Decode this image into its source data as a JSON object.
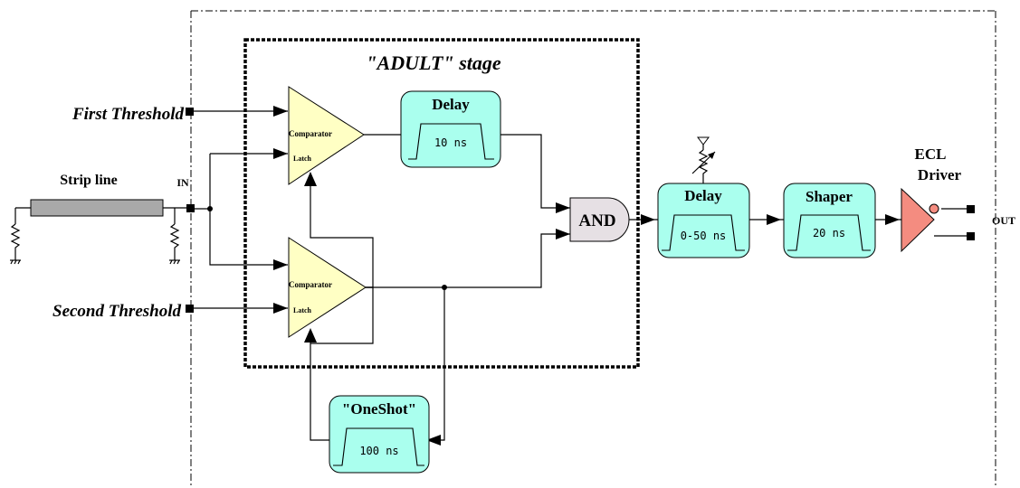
{
  "stage_title": "\"ADULT\" stage",
  "inputs": {
    "first_threshold": "First Threshold",
    "second_threshold": "Second Threshold",
    "strip_line": "Strip line",
    "in": "IN"
  },
  "comparators": [
    {
      "label": "Comparator",
      "latch": "Latch"
    },
    {
      "label": "Comparator",
      "latch": "Latch"
    }
  ],
  "delay1": {
    "title": "Delay",
    "value": "10 ns"
  },
  "and_gate": "AND",
  "oneshot": {
    "title": "\"OneShot\"",
    "value": "100 ns"
  },
  "delay2": {
    "title": "Delay",
    "value": "0-50 ns"
  },
  "shaper": {
    "title": "Shaper",
    "value": "20 ns"
  },
  "ecl": {
    "line1": "ECL",
    "line2": "Driver"
  },
  "output": "OUT",
  "colors": {
    "box_fill": "#aaffee",
    "comparator_fill": "#ffffc4",
    "and_fill": "#e6e0e4",
    "ecl_fill": "#f48c80",
    "strip_fill": "#a9a9a9"
  }
}
